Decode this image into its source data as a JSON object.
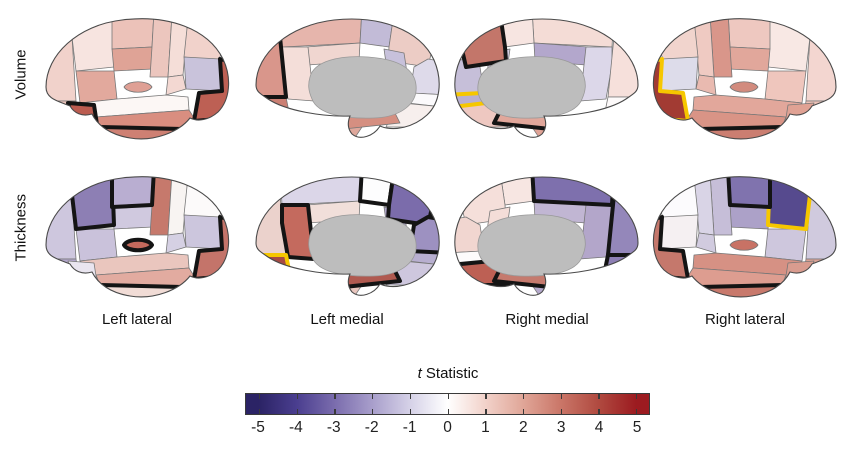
{
  "figure": {
    "highlight_yellow": "#f6c700",
    "highlight_black": "#141414",
    "column_labels": [
      "Left lateral",
      "Left medial",
      "Right medial",
      "Right lateral"
    ],
    "colorbar": {
      "title_italic": "t",
      "title_rest": " Statistic",
      "tick_labels": [
        "-5",
        "-4",
        "-3",
        "-2",
        "-1",
        "0",
        "1",
        "2",
        "3",
        "4",
        "5"
      ],
      "stops": [
        "#2b2365",
        "#4a3e8f",
        "#7a6cad",
        "#a89ecb",
        "#d5d1e7",
        "#ffffff",
        "#f2d2ca",
        "#e0a698",
        "#ca7668",
        "#b04a40",
        "#9c1b20"
      ]
    },
    "rows": [
      {
        "label": "Volume",
        "brains": [
          {
            "name": "volume-left-lateral",
            "view": "lateral",
            "mirror": false,
            "fills": {
              "frontal-pole": "#f1d2cb",
              "lateral-orbitofrontal": "#eec6bd",
              "rostral-middle-frontal": "#f7e4e0",
              "superior-frontal": "#ecc2b9",
              "caudal-middle-frontal": "#dfa396",
              "pars-opercularis": "#e2a99d",
              "precentral": "#ecc6be",
              "postcentral": "#f5ded8",
              "superior-parietal": "#f1d2cb",
              "lateral-occipital": "#bd6054",
              "inferior-parietal": "#c9c3db",
              "supramarginal": "#f3d8d2",
              "superior-temporal": "#fcf7f5",
              "middle-temporal": "#d98e80",
              "inferior-temporal": "#ce8073",
              "temporal-pole": "#bb5c50",
              "insula": "#dfa095"
            },
            "outlines": {
              "lateral-occipital": "black",
              "inferior-temporal": "black",
              "temporal-pole": "black"
            }
          },
          {
            "name": "volume-left-medial",
            "view": "medial",
            "mirror": false,
            "fills": {
              "superior-frontal": "#e6b5ac",
              "paracentral": "#c2bbd7",
              "precuneus": "#ecccc5",
              "cuneus": "#dedaea",
              "pericalcarine": "#fbfafc",
              "lingual": "#f7efed",
              "posterior-cingulate": "#c7c1db",
              "isthmus": "#d9d4e6",
              "caudal-anterior-cingulate": "#f0d6d0",
              "rostral-anterior-cingulate": "#f4ded9",
              "frontal-pole": "#d9968b",
              "medial-orbitofrontal": "#cb7f73",
              "entorhinal": "#dfa89c",
              "parahippocampal": "#d58f81",
              "corpus": "#bdbdbd"
            },
            "outlines": {
              "frontal-pole": "black"
            }
          },
          {
            "name": "volume-right-medial",
            "view": "medial",
            "mirror": true,
            "fills": {
              "superior-frontal": "#f4dcd6",
              "paracentral": "#f7e5e1",
              "precuneus": "#c3766a",
              "cuneus": "#c6bfd9",
              "pericalcarine": "#b9b0d1",
              "lingual": "#eec8c1",
              "posterior-cingulate": "#d4cee3",
              "isthmus": "#c9c3db",
              "caudal-anterior-cingulate": "#b3a7cc",
              "rostral-anterior-cingulate": "#dcd7e9",
              "frontal-pole": "#f6e0db",
              "medial-orbitofrontal": "#fdfafa",
              "entorhinal": "#e0a396",
              "parahippocampal": "#e1a79b",
              "corpus": "#bdbdbd"
            },
            "outlines": {
              "precuneus": "black",
              "pericalcarine": "yellow",
              "parahippocampal": "black"
            }
          },
          {
            "name": "volume-right-lateral",
            "view": "lateral",
            "mirror": true,
            "fills": {
              "frontal-pole": "#f3d6d0",
              "lateral-orbitofrontal": "#edc2b8",
              "rostral-middle-frontal": "#f8e8e4",
              "superior-frontal": "#eec8c0",
              "caudal-middle-frontal": "#e1a79b",
              "pars-opercularis": "#efc6bd",
              "precentral": "#d9968a",
              "postcentral": "#efcac2",
              "superior-parietal": "#f1d4cd",
              "lateral-occipital": "#a23b33",
              "inferior-parietal": "#dddcea",
              "supramarginal": "#e9bab0",
              "superior-temporal": "#e2a79b",
              "middle-temporal": "#d99486",
              "inferior-temporal": "#cb7e71",
              "temporal-pole": "#e0a294",
              "insula": "#d28b7e"
            },
            "outlines": {
              "lateral-occipital": "yellow",
              "inferior-temporal": "black"
            }
          }
        ]
      },
      {
        "label": "Thickness",
        "brains": [
          {
            "name": "thickness-left-lateral",
            "view": "lateral",
            "mirror": false,
            "fills": {
              "frontal-pole": "#cec7de",
              "lateral-orbitofrontal": "#b1a5c9",
              "rostral-middle-frontal": "#8d7fb4",
              "superior-frontal": "#b9aed1",
              "caudal-middle-frontal": "#d0c9df",
              "pars-opercularis": "#cac2db",
              "precentral": "#c6796c",
              "postcentral": "#f8f4f2",
              "superior-parietal": "#fcfafa",
              "lateral-occipital": "#c4746a",
              "inferior-parietal": "#ccc6dd",
              "supramarginal": "#d5d0e3",
              "superior-temporal": "#eac6be",
              "middle-temporal": "#e2aba0",
              "inferior-temporal": "#f1dcd6",
              "temporal-pole": "#e9e5ef",
              "insula": "#c4695c"
            },
            "outlines": {
              "rostral-middle-frontal": "black",
              "superior-frontal": "black",
              "lateral-occipital": "black",
              "inferior-temporal": "black",
              "insula": "black"
            }
          },
          {
            "name": "thickness-left-medial",
            "view": "medial",
            "mirror": false,
            "fills": {
              "superior-frontal": "#dbd6e8",
              "paracentral": "#fdfdfe",
              "precuneus": "#7b6cab",
              "cuneus": "#9d91c1",
              "pericalcarine": "#b8afd0",
              "lingual": "#cec7de",
              "posterior-cingulate": "#b1a7cb",
              "isthmus": "#8a7cb2",
              "caudal-anterior-cingulate": "#f1dfda",
              "rostral-anterior-cingulate": "#c46a5e",
              "frontal-pole": "#ebd2cc",
              "medial-orbitofrontal": "#a84b43",
              "entorhinal": "#e9c6be",
              "parahippocampal": "#b05a50",
              "corpus": "#bdbdbd"
            },
            "outlines": {
              "paracentral": "black",
              "precuneus": "black",
              "cuneus": "black",
              "isthmus": "black",
              "rostral-anterior-cingulate": "black",
              "medial-orbitofrontal": "yellow",
              "parahippocampal": "black"
            }
          },
          {
            "name": "thickness-right-medial",
            "view": "medial",
            "mirror": true,
            "fills": {
              "superior-frontal": "#7e70ad",
              "paracentral": "#f7e6e2",
              "precuneus": "#f5dfda",
              "cuneus": "#f1d6d0",
              "pericalcarine": "#fdfbfb",
              "lingual": "#bd6054",
              "posterior-cingulate": "#f4ddd8",
              "isthmus": "#c3766b",
              "caudal-anterior-cingulate": "#c1b6d3",
              "rostral-anterior-cingulate": "#b3a6ca",
              "frontal-pole": "#9487ba",
              "medial-orbitofrontal": "#8d7fb4",
              "entorhinal": "#b5a9cc",
              "parahippocampal": "#c57a6e",
              "corpus": "#bdbdbd"
            },
            "outlines": {
              "superior-frontal": "black",
              "frontal-pole": "black",
              "medial-orbitofrontal": "black",
              "lingual": "black",
              "isthmus": "black",
              "parahippocampal": "black"
            }
          },
          {
            "name": "thickness-right-lateral",
            "view": "lateral",
            "mirror": true,
            "fills": {
              "frontal-pole": "#d0cade",
              "lateral-orbitofrontal": "#daa296",
              "rostral-middle-frontal": "#564a8e",
              "superior-frontal": "#8073ae",
              "caudal-middle-frontal": "#aca1c8",
              "pars-opercularis": "#cec7dd",
              "precentral": "#c6bed8",
              "postcentral": "#d9d4e6",
              "superior-parietal": "#fcfbfd",
              "lateral-occipital": "#c5786c",
              "inferior-parietal": "#f5f0f2",
              "supramarginal": "#d1cbdf",
              "superior-temporal": "#d69184",
              "middle-temporal": "#dd9d90",
              "inferior-temporal": "#c8796c",
              "temporal-pole": "#d99c8f",
              "insula": "#c87265"
            },
            "outlines": {
              "rostral-middle-frontal": "yellow",
              "superior-frontal": "black",
              "lateral-occipital": "black",
              "inferior-temporal": "black"
            }
          }
        ]
      }
    ]
  }
}
